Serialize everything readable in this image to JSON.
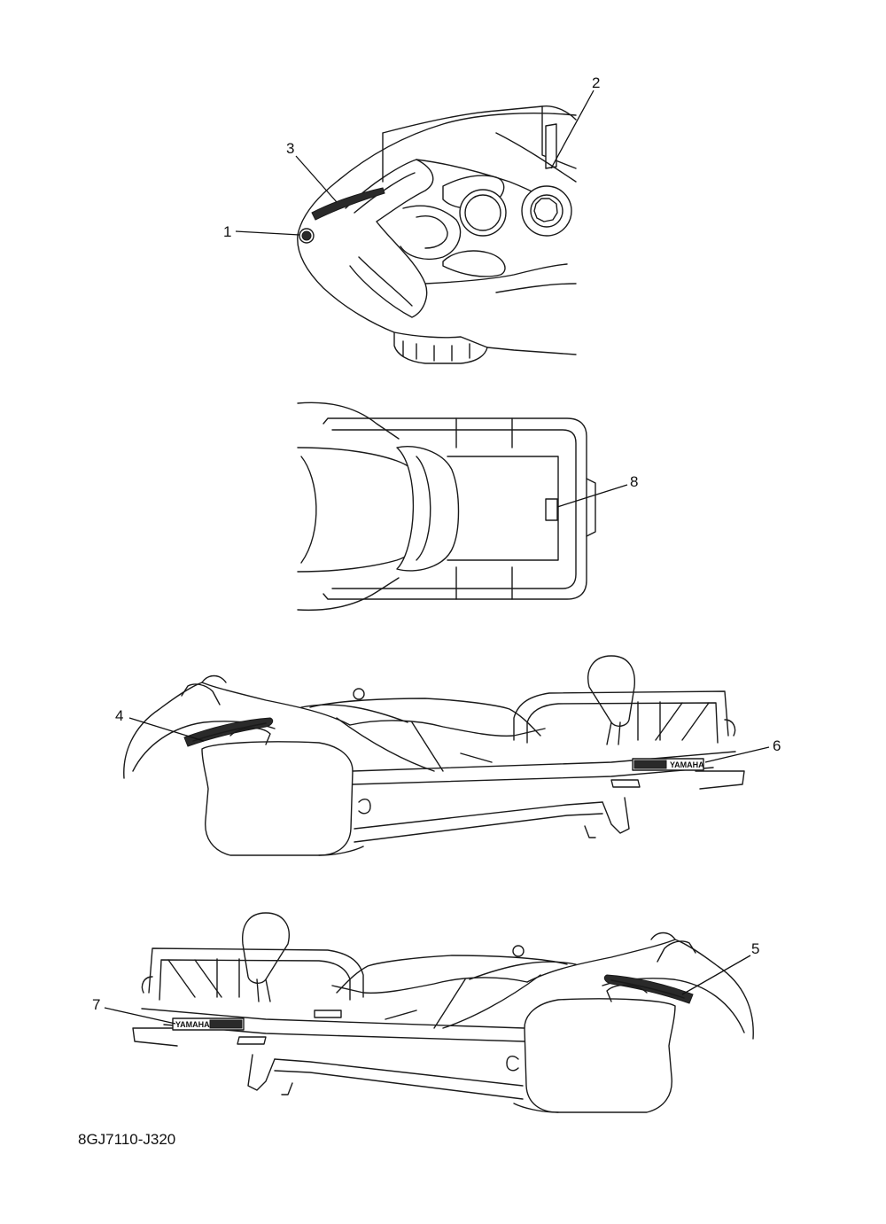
{
  "callouts": [
    {
      "number": "1"
    },
    {
      "number": "2"
    },
    {
      "number": "3"
    },
    {
      "number": "4"
    },
    {
      "number": "5"
    },
    {
      "number": "6"
    },
    {
      "number": "7"
    },
    {
      "number": "8"
    }
  ],
  "decals": {
    "brand_right": "YAMAHA",
    "brand_left": "YAMAHA"
  },
  "part_code": "8GJ7110-J320"
}
